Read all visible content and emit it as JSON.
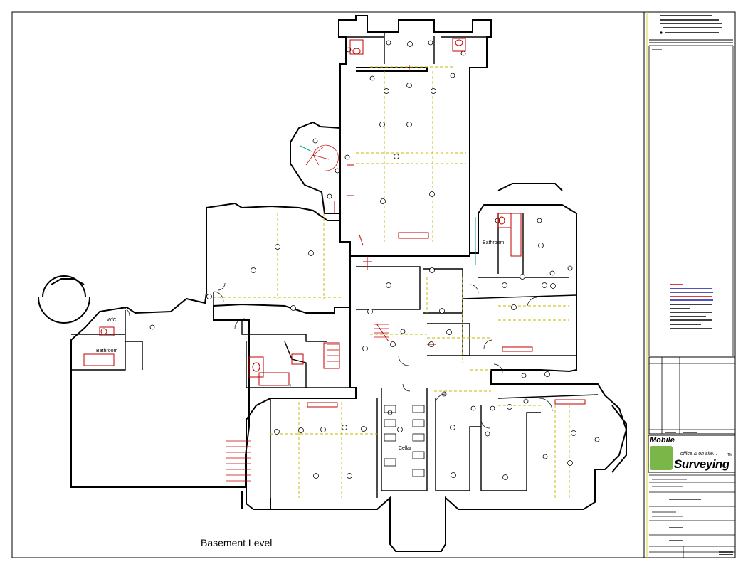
{
  "drawing": {
    "level_title": "Basement Level",
    "room_labels": {
      "bathroom_east": "Bathroom",
      "bathroom_west": "Bathroom",
      "wc": "W/C",
      "cellar": "Cellar"
    }
  },
  "title_block": {
    "logo_brand": "Mobile",
    "logo_tagline": "office & on site...",
    "logo_name": "Surveying",
    "logo_mark": "TM"
  },
  "colors": {
    "wall": "#000000",
    "grid_dash": "#c8b400",
    "fixture": "#c00000",
    "legend_red": "#cc0000",
    "legend_blue": "#1a1aa0",
    "logo_green": "#7ab648",
    "cyan": "#00a0a0"
  }
}
